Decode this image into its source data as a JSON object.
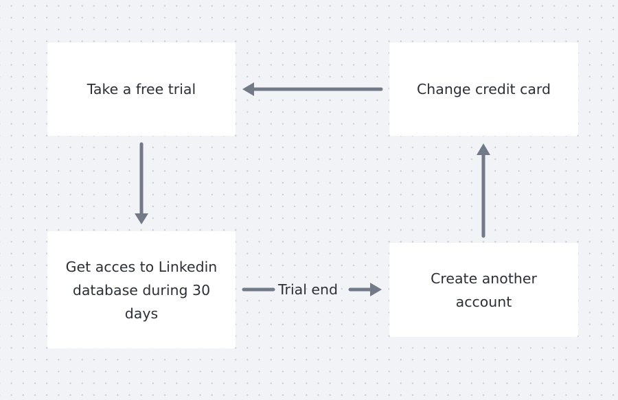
{
  "diagram": {
    "type": "flowchart",
    "colors": {
      "background": "#f1f3f6",
      "node_fill": "#ffffff",
      "text": "#2b2f36",
      "arrow": "#727987"
    },
    "nodes": [
      {
        "id": "take-free-trial",
        "label": "Take a free trial"
      },
      {
        "id": "change-credit-card",
        "label": "Change credit card"
      },
      {
        "id": "get-access",
        "label": "Get acces to Linkedin database during 30 days",
        "lines": [
          "Get acces to Linkedin",
          "database during 30",
          "days"
        ]
      },
      {
        "id": "create-another-account",
        "label": "Create another account",
        "lines": [
          "Create another",
          "account"
        ]
      }
    ],
    "edges": [
      {
        "from": "take-free-trial",
        "to": "get-access",
        "label": ""
      },
      {
        "from": "get-access",
        "to": "create-another-account",
        "label": "Trial end"
      },
      {
        "from": "create-another-account",
        "to": "change-credit-card",
        "label": ""
      },
      {
        "from": "change-credit-card",
        "to": "take-free-trial",
        "label": ""
      }
    ]
  }
}
